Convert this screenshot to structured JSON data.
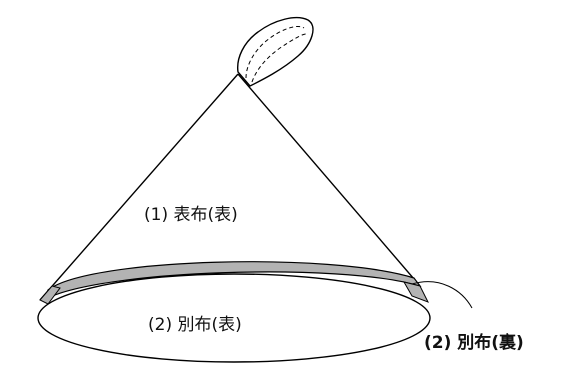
{
  "labels": {
    "outer_fabric_front": "(1) 表布(表)",
    "separate_fabric_front": "(2) 別布(表)",
    "separate_fabric_back": "(2) 別布(裏)"
  },
  "colors": {
    "line": "#000000",
    "band_fill": "#b3b3b3",
    "background": "#ffffff"
  }
}
